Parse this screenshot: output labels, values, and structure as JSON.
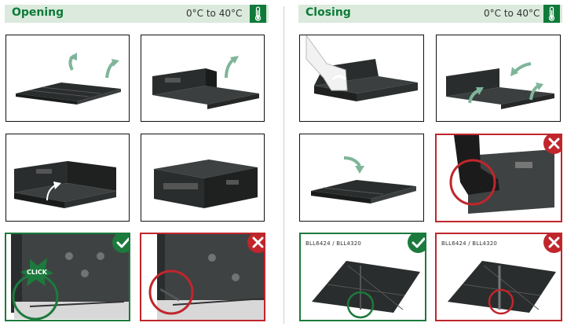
{
  "opening": {
    "title": "Opening",
    "temperature": "0°C to 40°C"
  },
  "closing": {
    "title": "Closing",
    "temperature": "0°C to 40°C",
    "model_label_1": "BLL6424 / BLL4320",
    "model_label_2": "BLL6424 / BLL4320"
  },
  "click_label": "CLICK",
  "icons": {
    "thermometer": "thermometer-icon",
    "correct": "check-icon",
    "incorrect": "cross-icon"
  },
  "colors": {
    "brand_green": "#1c7a3c",
    "header_bg": "#dbeadc",
    "error_red": "#c0262c",
    "arrow": "#7fb59a",
    "crate": "#2a2d2d"
  }
}
